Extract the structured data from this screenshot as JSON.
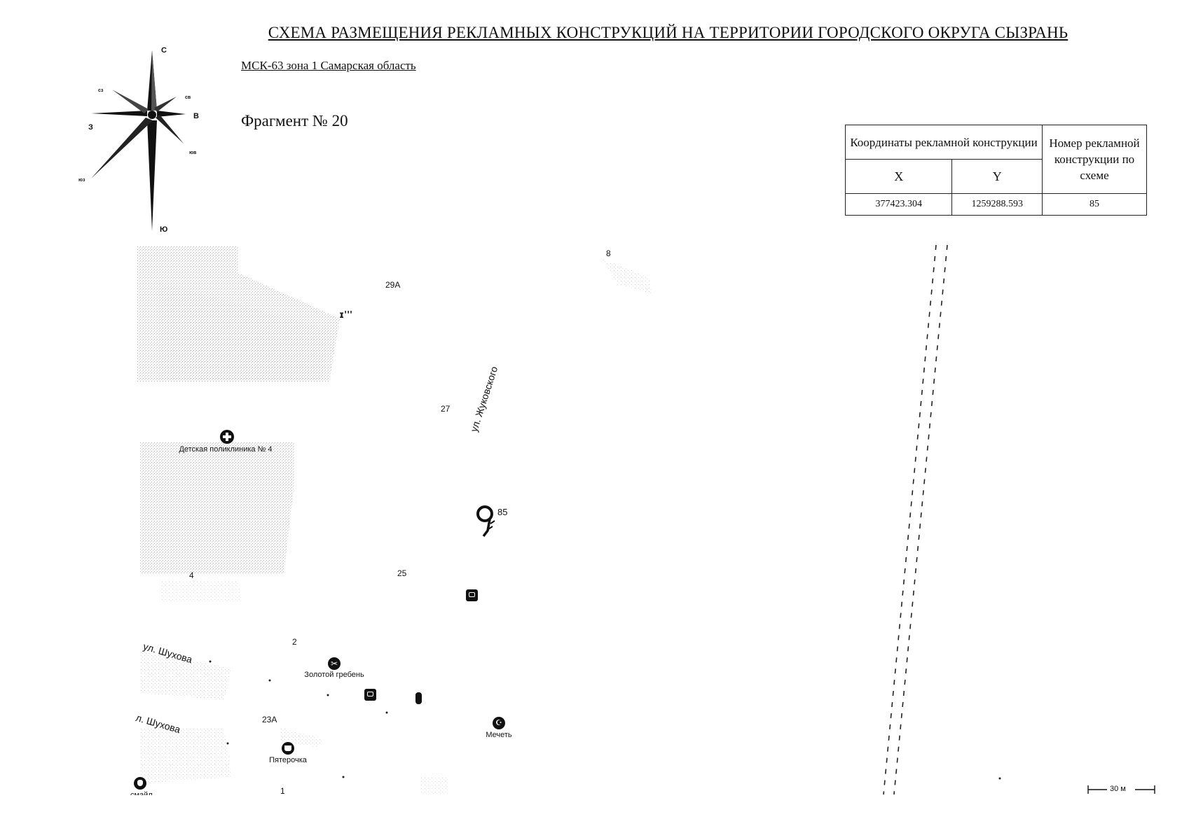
{
  "header": {
    "title": "СХЕМА РАЗМЕЩЕНИЯ РЕКЛАМНЫХ КОНСТРУКЦИЙ НА ТЕРРИТОРИИ ГОРОДСКОГО ОКРУГА СЫЗРАНЬ",
    "crs": "МСК-63 зона 1 Самарская область",
    "fragment": "Фрагмент № 20"
  },
  "compass": {
    "n": "С",
    "s": "Ю",
    "e": "В",
    "w": "З",
    "ne": "св",
    "nw": "сз",
    "se": "юв",
    "sw": "юз"
  },
  "table": {
    "coords_header": "Координаты рекламной конструкции",
    "number_header": "Номер рекламной конструкции по схеме",
    "x_header": "X",
    "y_header": "Y",
    "rows": [
      {
        "x": "377423.304",
        "y": "1259288.593",
        "number": "85"
      }
    ]
  },
  "map": {
    "streets": [
      "ул. Жуковского",
      "ул. Шухова",
      "ул. Шухова"
    ],
    "house_numbers": [
      "8",
      "29А",
      "27",
      "4",
      "25",
      "2",
      "23А",
      "1"
    ],
    "pois": [
      {
        "label": "Детская поликлиника № 4",
        "icon": "medical-cross-icon"
      },
      {
        "label": "Золотой гребень",
        "icon": "hairdresser-scissors-icon"
      },
      {
        "label": "Мечеть",
        "icon": "mosque-icon"
      },
      {
        "label": "Пятерочка",
        "icon": "grocery-basket-icon"
      },
      {
        "label": "",
        "icon": "dental-clinic-icon"
      }
    ],
    "partial_label": "смайл",
    "billboard_marker": {
      "number": "85",
      "icon": "billboard-pin-icon"
    },
    "scale": "30 м"
  }
}
